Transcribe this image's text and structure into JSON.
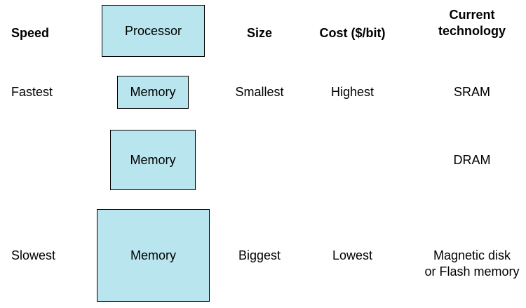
{
  "headers": {
    "speed": "Speed",
    "size": "Size",
    "cost": "Cost ($/bit)",
    "technology_line1": "Current",
    "technology_line2": "technology"
  },
  "processor": {
    "label": "Processor"
  },
  "levels": [
    {
      "speed": "Fastest",
      "memory_label": "Memory",
      "size": "Smallest",
      "cost": "Highest",
      "technology": "SRAM"
    },
    {
      "speed": "",
      "memory_label": "Memory",
      "size": "",
      "cost": "",
      "technology": "DRAM"
    },
    {
      "speed": "Slowest",
      "memory_label": "Memory",
      "size": "Biggest",
      "cost": "Lowest",
      "technology_line1": "Magnetic disk",
      "technology_line2": "or Flash memory"
    }
  ],
  "colors": {
    "box_fill": "#b9e6ee",
    "box_border": "#000000",
    "text": "#000000"
  }
}
